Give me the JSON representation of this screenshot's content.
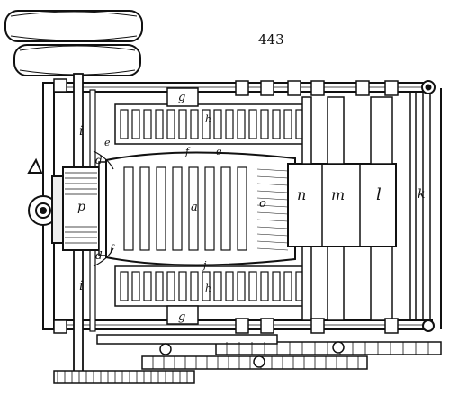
{
  "page_number": "443",
  "labels": {
    "g_top": "g",
    "g_bottom": "g",
    "h_top": "h",
    "h_bottom": "h",
    "i_top": "i",
    "i_bottom": "i",
    "d_top": "d",
    "d_bottom": "d",
    "e_top": "e",
    "e_bottom": "e",
    "f_top": "f",
    "f_bottom": "f",
    "j": "j",
    "a": "a",
    "o": "o",
    "p": "p",
    "n": "n",
    "m": "m",
    "l": "l",
    "k": "k"
  }
}
